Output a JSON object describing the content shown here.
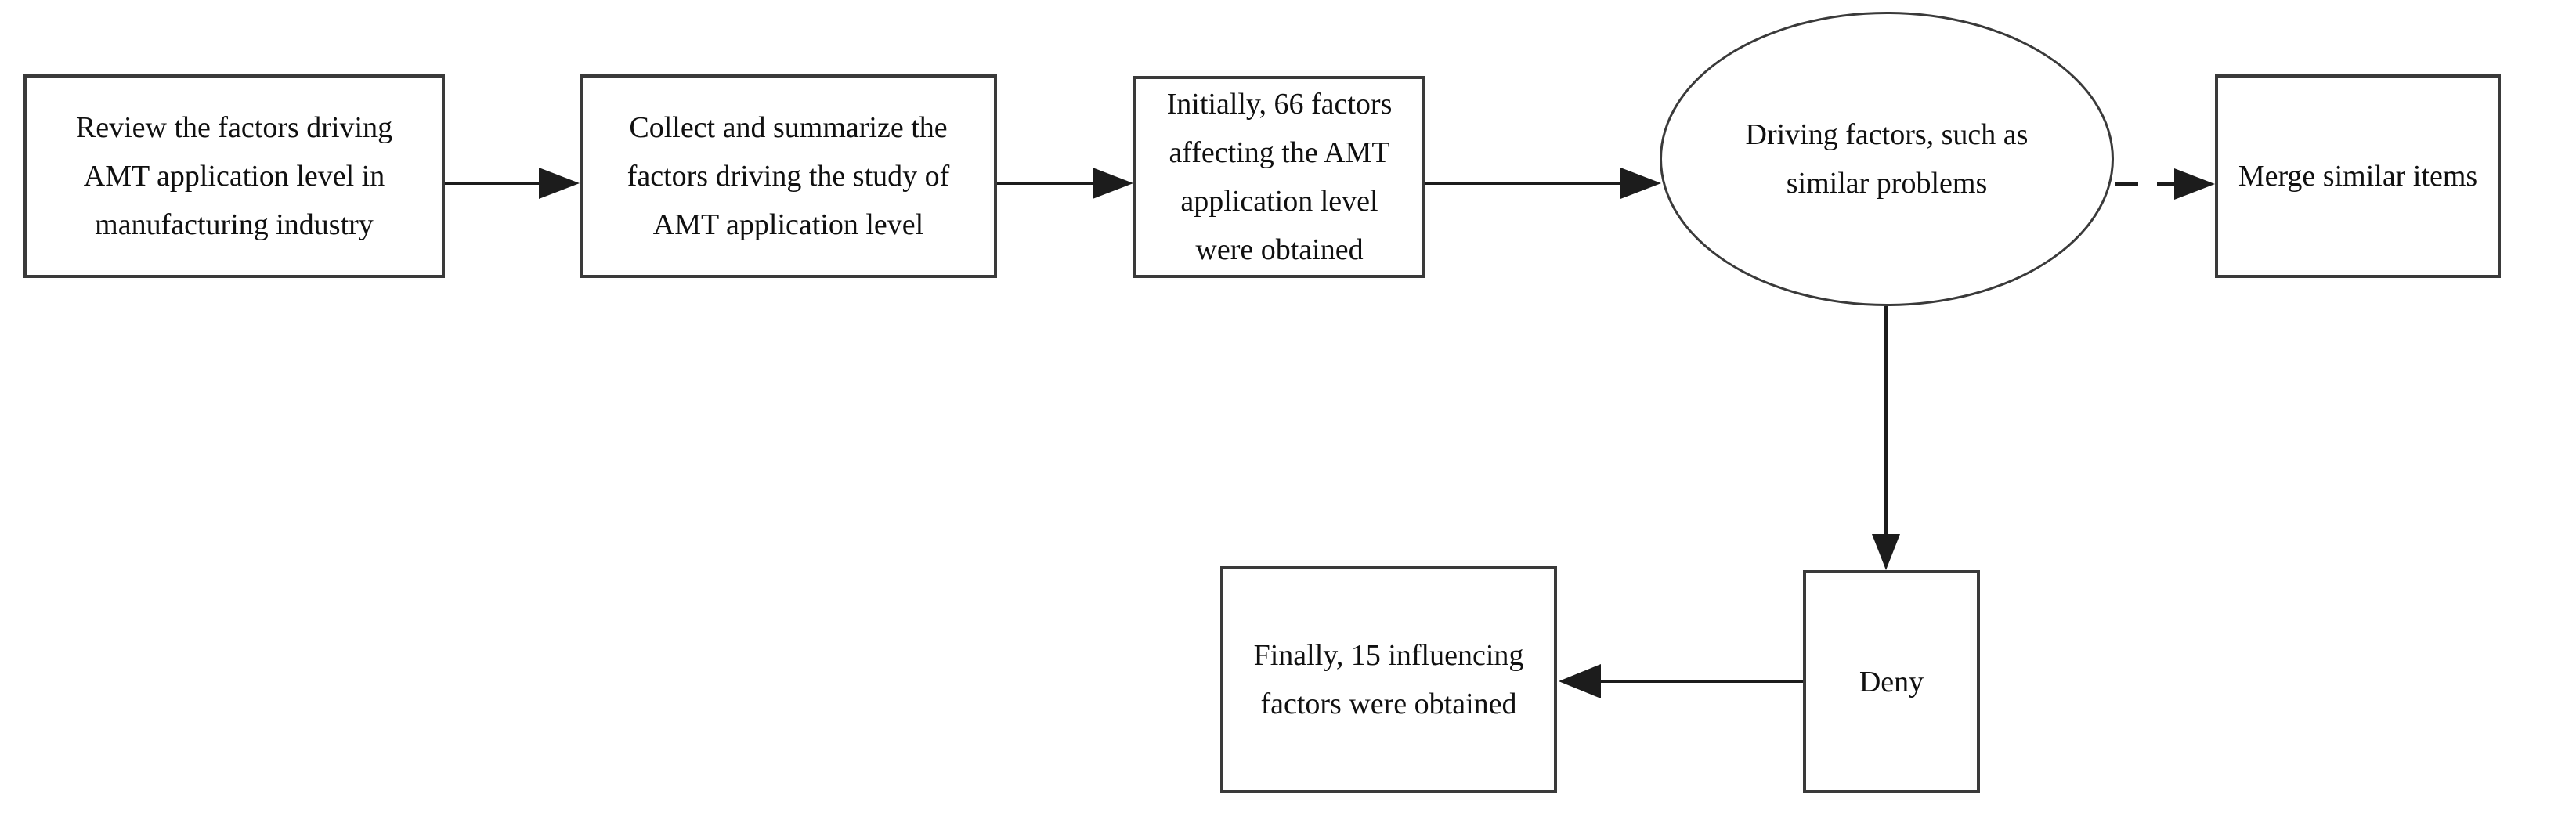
{
  "figure": {
    "type": "flowchart",
    "colors": {
      "line": "#1c1c1c",
      "border": "#3a3a3a",
      "text": "#101010",
      "background": "#ffffff"
    }
  },
  "nodes": {
    "review": {
      "shape": "rectangle",
      "lines": [
        "Review the factors driving",
        "AMT application level in",
        "manufacturing industry"
      ]
    },
    "collect": {
      "shape": "rectangle",
      "lines": [
        "Collect and summarize the",
        "factors driving the study of",
        "AMT application level"
      ]
    },
    "initially": {
      "shape": "rectangle",
      "lines": [
        "Initially, 66 factors",
        "affecting the AMT",
        "application level",
        "were obtained"
      ]
    },
    "driving": {
      "shape": "ellipse",
      "lines": [
        "Driving factors, such as",
        "similar problems"
      ]
    },
    "merge": {
      "shape": "rectangle",
      "lines": [
        "Merge similar items"
      ]
    },
    "deny": {
      "shape": "rectangle",
      "lines": [
        "Deny"
      ]
    },
    "finally": {
      "shape": "rectangle",
      "lines": [
        "Finally, 15 influencing",
        "factors were obtained"
      ]
    }
  },
  "edges": [
    {
      "from": "review",
      "to": "collect",
      "style": "solid",
      "direction": "right"
    },
    {
      "from": "collect",
      "to": "initially",
      "style": "solid",
      "direction": "right"
    },
    {
      "from": "initially",
      "to": "driving",
      "style": "solid",
      "direction": "right"
    },
    {
      "from": "driving",
      "to": "merge",
      "style": "dashed",
      "direction": "right"
    },
    {
      "from": "driving",
      "to": "deny",
      "style": "solid",
      "direction": "down"
    },
    {
      "from": "deny",
      "to": "finally",
      "style": "solid",
      "direction": "left"
    }
  ]
}
